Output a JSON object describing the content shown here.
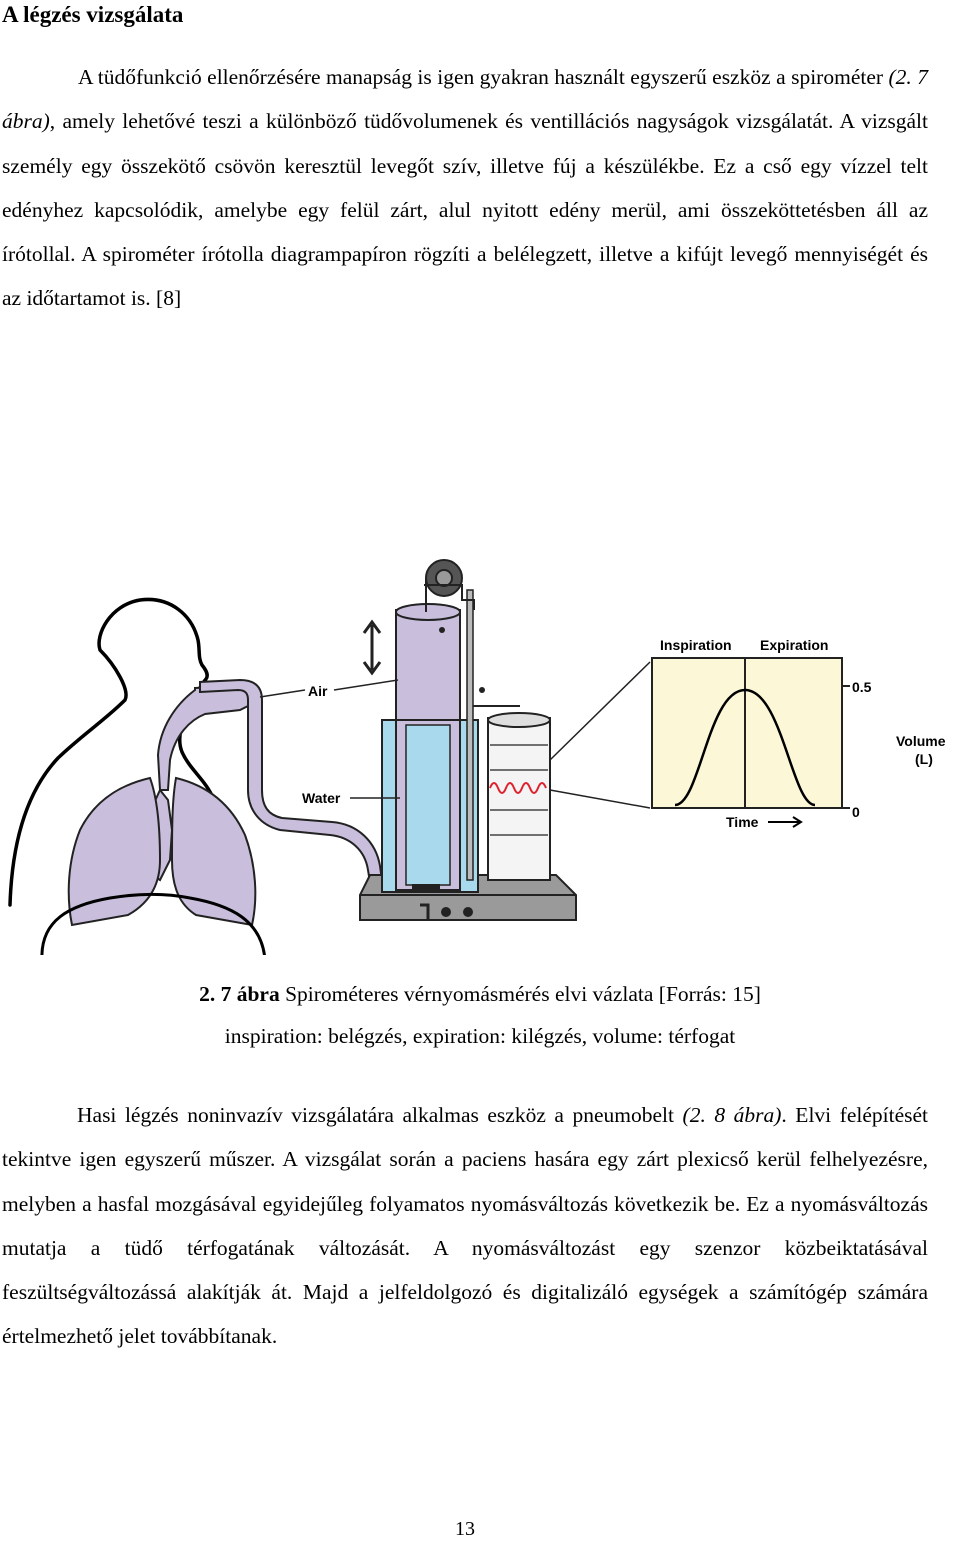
{
  "heading": "A légzés vizsgálata",
  "paragraph1": {
    "part1": "A tüdőfunkció ellenőrzésére manapság is igen gyakran használt egyszerű eszköz a spirométer ",
    "ref": "(2. 7 ábra)",
    "part2": ", amely lehetővé teszi a különböző tüdővolumenek és ventillációs nagyságok vizsgálatát. A vizsgált személy egy összekötő csövön keresztül levegőt szív, illetve fúj a készülékbe. Ez a cső egy vízzel telt edényhez kapcsolódik, amelybe egy felül zárt, alul nyitott edény merül, ami összeköttetésben áll az írótollal. A spirométer írótolla diagrampapíron rögzíti a belélegzett, illetve a kifújt levegő mennyiségét és az időtartamot is. [8]"
  },
  "figure": {
    "labels": {
      "air": "Air",
      "water": "Water",
      "inspiration": "Inspiration",
      "expiration": "Expiration",
      "time": "Time",
      "volume_line1": "Volume",
      "volume_line2": "(L)",
      "tick_top": "0.5",
      "tick_bottom": "0"
    },
    "colors": {
      "lavender": "#c9bfdc",
      "water_blue": "#a9d9ec",
      "graph_bg": "#fbf7d7",
      "trace_red": "#e0202a"
    }
  },
  "caption": {
    "number": "2. 7 ábra",
    "text": " Spirométeres vérnyomásmérés elvi vázlata [Forrás: 15]",
    "line2": "inspiration: belégzés, expiration: kilégzés, volume: térfogat"
  },
  "paragraph2": {
    "part1": "Hasi légzés noninvazív vizsgálatára alkalmas eszköz a pneumobelt ",
    "ref": "(2. 8 ábra)",
    "part2": ". Elvi felépítését tekintve igen egyszerű műszer. A vizsgálat során a paciens hasára egy zárt plexicső kerül felhelyezésre, melyben a hasfal mozgásával egyidejűleg folyamatos nyomásváltozás következik be. Ez a nyomásváltozás mutatja a tüdő térfogatának változását. A nyomásváltozást egy szenzor közbeiktatásával feszültségváltozássá alakítják át. Majd a jelfeldolgozó és digitalizáló egységek a számítógép számára értelmezhető jelet továbbítanak."
  },
  "page_number": "13"
}
